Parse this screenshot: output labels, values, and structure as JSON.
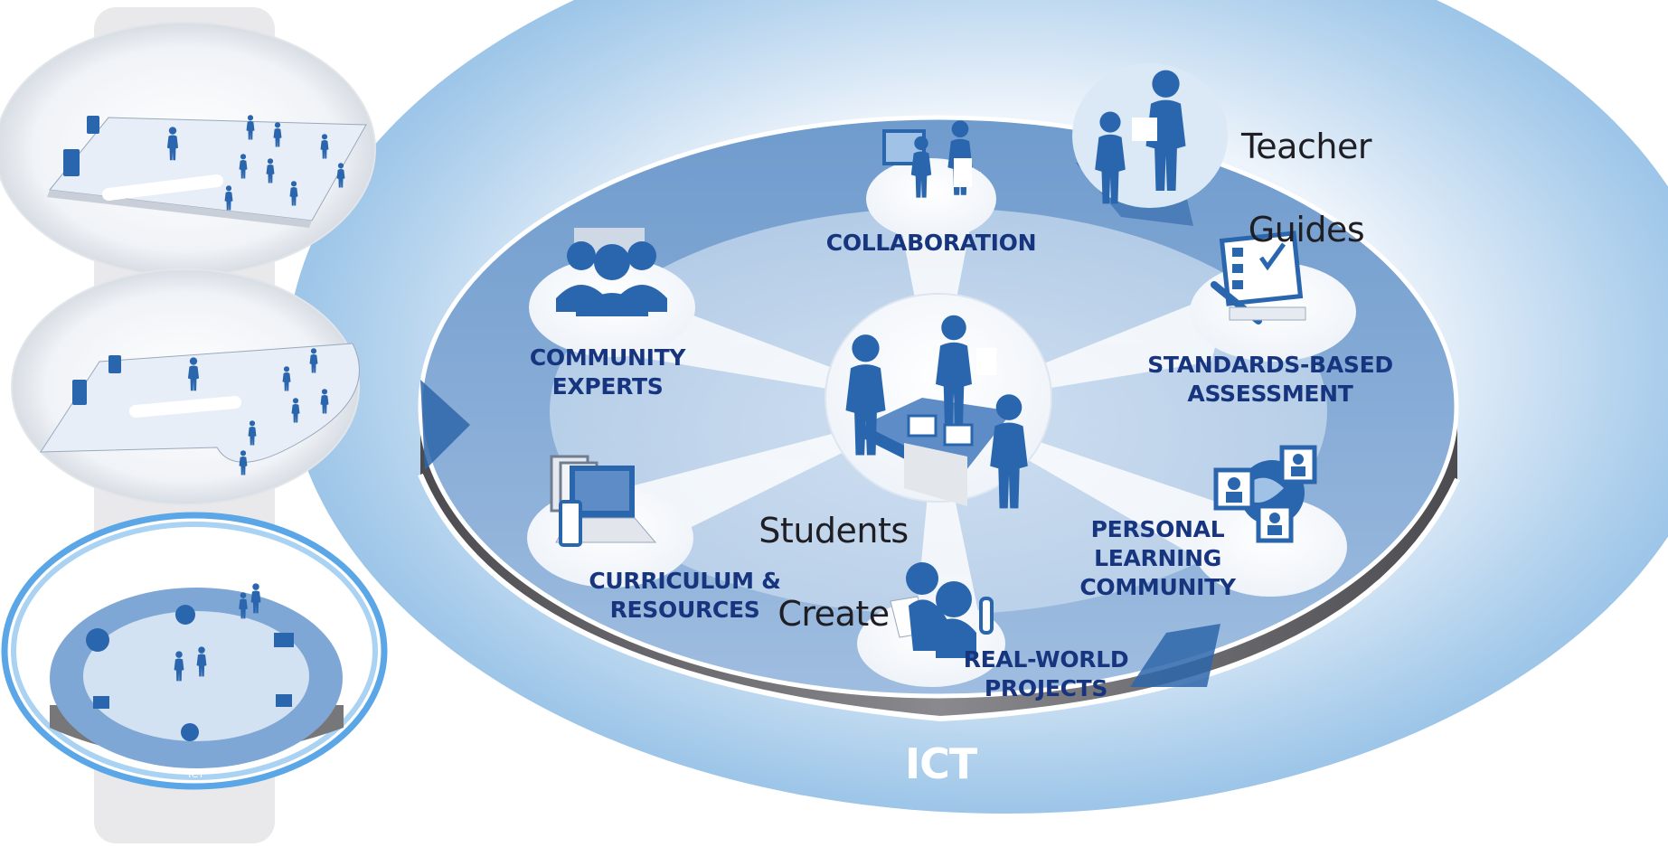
{
  "center": {
    "line1": "Students",
    "line2": "Create"
  },
  "teacher": {
    "line1": "Teacher",
    "line2": "Guides"
  },
  "platform_label": "ICT",
  "nodes": {
    "collaboration": "COLLABORATION",
    "community_experts": "COMMUNITY\nEXPERTS",
    "standards": "STANDARDS-BASED\nASSESSMENT",
    "curriculum": "CURRICULUM &\nRESOURCES",
    "personal": "PERSONAL\nLEARNING\nCOMMUNITY",
    "projects": "REAL-WORLD\nPROJECTS"
  },
  "thumbnails": {
    "count": 3,
    "selected_index": 2
  },
  "colors": {
    "dark_blue": "#16357e",
    "figure_blue": "#2a66ad",
    "pale_blue": "#dbe8f5",
    "platform_gray": "#6e6e72"
  },
  "icons": [
    "group-icon",
    "collaboration-icon",
    "teacher-guides-icon",
    "checklist-icon",
    "globe-contacts-icon",
    "project-icon",
    "curriculum-icon",
    "students-table-icon"
  ]
}
